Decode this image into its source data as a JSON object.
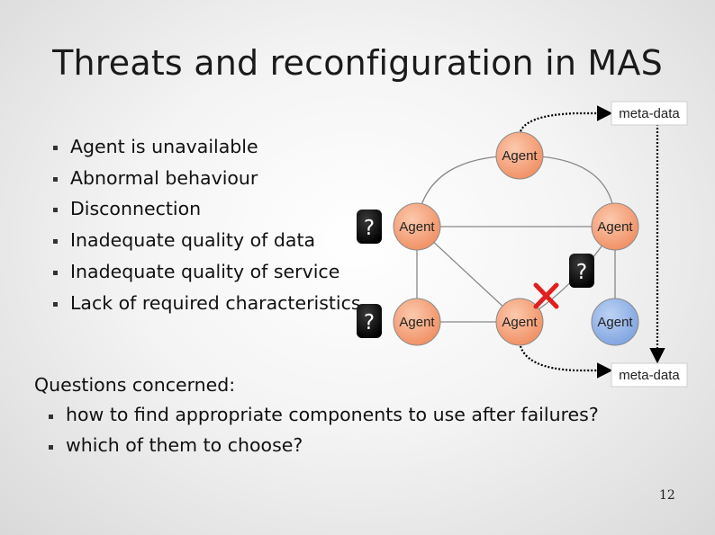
{
  "slide": {
    "title": "Threats and reconfiguration in MAS",
    "bullets": [
      "Agent is unavailable",
      "Abnormal behaviour",
      "Disconnection",
      "Inadequate quality of data",
      "Inadequate quality of service",
      "Lack of required characteristics"
    ],
    "questions": {
      "heading": "Questions concerned:",
      "items": [
        "how to find appropriate components to use after failures?",
        "which of them to choose?"
      ]
    },
    "page_number": "12"
  },
  "diagram": {
    "meta_labels": [
      "meta-data",
      "meta-data"
    ],
    "agents": [
      "Agent",
      "Agent",
      "Agent",
      "Agent",
      "Agent",
      "Agent"
    ],
    "question_marks": [
      "?",
      "?",
      "?"
    ],
    "colors": {
      "agent_orange": "#f4a07a",
      "agent_blue": "#8fb1e8",
      "cross_red": "#e02020",
      "question_box": "#111111"
    }
  }
}
